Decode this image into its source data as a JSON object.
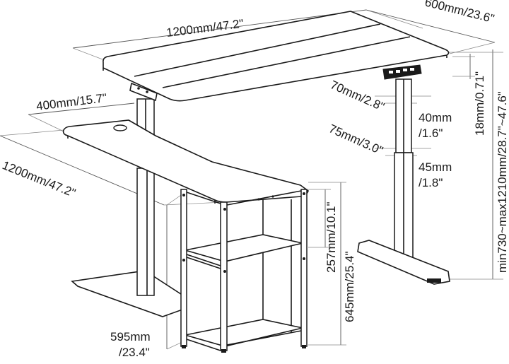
{
  "dimensions": {
    "top_width": "1200mm/47.2\"",
    "top_depth": "600mm/23.6\"",
    "top_thickness": "18mm/0.71\"",
    "height_range": "min730~max1210mm/28.7\"~47.6\"",
    "shelf_depth": "400mm/15.7\"",
    "shelf_length": "1200mm/47.2\"",
    "upper_column_width": "70mm/2.8\"",
    "upper_column_depth_1": "40mm",
    "upper_column_depth_2": "/1.6\"",
    "lower_column_width": "75mm/3.0\"",
    "lower_column_depth_1": "45mm",
    "lower_column_depth_2": "/1.8\"",
    "cabinet_shelf_gap": "257mm/10.1\"",
    "cabinet_height": "645mm/25.4\"",
    "cabinet_depth_1": "595mm",
    "cabinet_depth_2": "/23.4\""
  }
}
